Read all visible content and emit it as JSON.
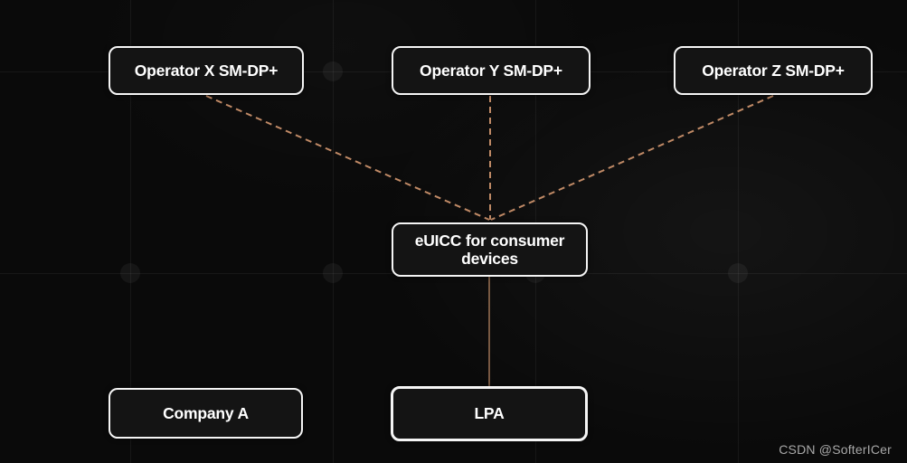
{
  "diagram": {
    "title_implicit": "eUICC consumer devices architecture",
    "nodes": {
      "operator_x": {
        "label": "Operator X SM-DP+"
      },
      "operator_y": {
        "label": "Operator Y SM-DP+"
      },
      "operator_z": {
        "label": "Operator Z SM-DP+"
      },
      "euicc": {
        "label": "eUICC for consumer devices"
      },
      "company_a": {
        "label": "Company A"
      },
      "lpa": {
        "label": "LPA"
      }
    },
    "edges": [
      {
        "from": "operator_x",
        "to": "euicc",
        "style": "dashed"
      },
      {
        "from": "operator_y",
        "to": "euicc",
        "style": "dashed"
      },
      {
        "from": "operator_z",
        "to": "euicc",
        "style": "dashed"
      },
      {
        "from": "euicc",
        "to": "lpa",
        "style": "solid"
      }
    ],
    "colors": {
      "background": "#0a0a0a",
      "box_fill": "#141414",
      "box_border": "#f5f5f5",
      "text": "#ffffff",
      "dashed_line": "#c08a66",
      "solid_line": "#9d7355",
      "grid_line": "rgba(255,255,255,0.055)"
    }
  },
  "watermark": {
    "text": "CSDN @SofterICer",
    "color": "#a8a8a8"
  }
}
